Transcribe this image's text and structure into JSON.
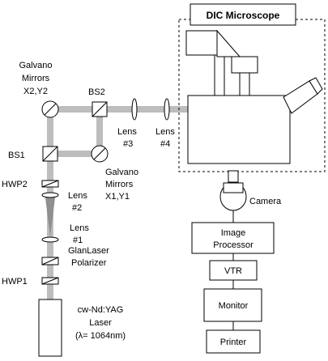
{
  "microscope": {
    "title": "DIC Microscope"
  },
  "optics": {
    "galvano_x2y2": [
      "Galvano",
      "Mirrors",
      "X2,Y2"
    ],
    "galvano_x1y1": [
      "Galvano",
      "Mirrors",
      "X1,Y1"
    ],
    "bs1": "BS1",
    "bs2": "BS2",
    "hwp1": "HWP1",
    "hwp2": "HWP2",
    "lens1": [
      "Lens",
      "#1"
    ],
    "lens2": [
      "Lens",
      "#2"
    ],
    "lens3": [
      "Lens",
      "#3"
    ],
    "lens4": [
      "Lens",
      "#4"
    ],
    "polarizer": [
      "GlanLaser",
      "Polarizer"
    ]
  },
  "laser": {
    "lines": [
      "cw-Nd:YAG",
      "Laser",
      "(λ= 1064nm)"
    ]
  },
  "camera": {
    "label": "Camera"
  },
  "chain": {
    "image_processor": [
      "Image",
      "Processor"
    ],
    "vtr": "VTR",
    "monitor": "Monitor",
    "printer": "Printer"
  }
}
